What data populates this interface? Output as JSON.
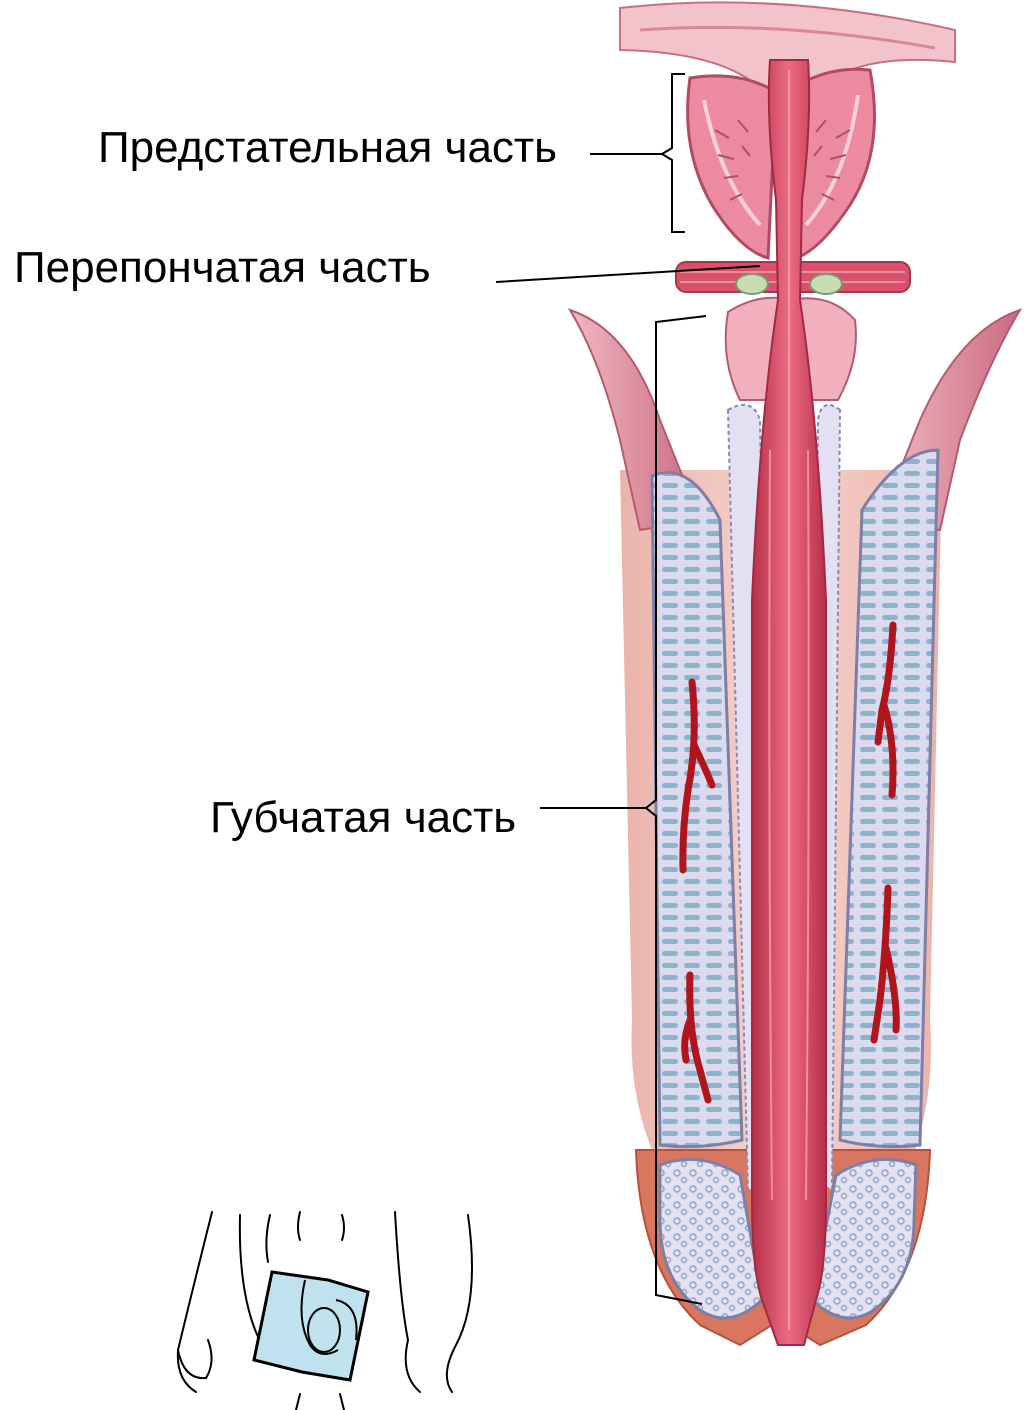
{
  "labels": {
    "prostatic": "Предстательная часть",
    "membranous": "Перепончатая часть",
    "spongy": "Губчатая часть"
  },
  "colors": {
    "urethra": "#d9465f",
    "urethra_dark": "#b82f4a",
    "prostate": "#ec8aa0",
    "corpus_fill": "#d8d6ec",
    "corpus_spongy": "#7fa9c4",
    "skin": "#e9a49a",
    "artery": "#b0151c",
    "inset_fill": "#bfe2ee"
  },
  "icons": {
    "inset": "body-region-inset-icon"
  }
}
